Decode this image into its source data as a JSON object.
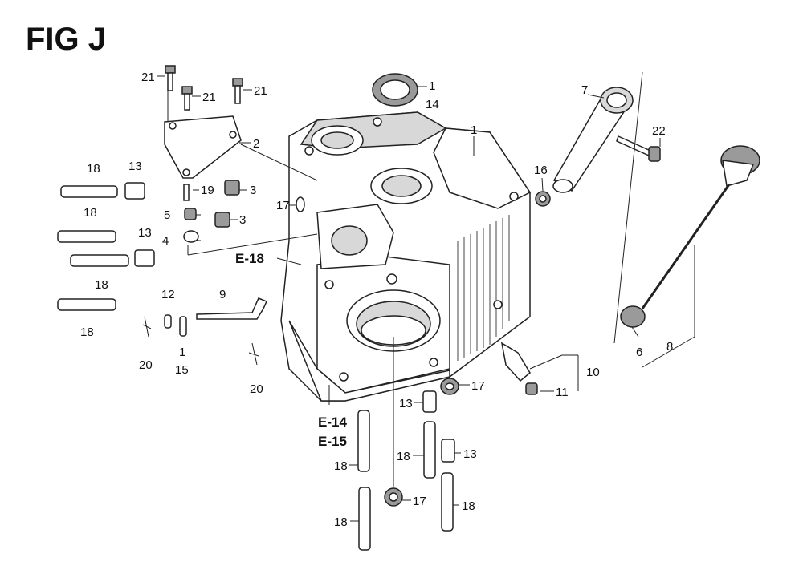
{
  "figure": {
    "title": "FIG J"
  },
  "callouts": [
    {
      "id": "c1",
      "text": "21"
    },
    {
      "id": "c2",
      "text": "21"
    },
    {
      "id": "c3",
      "text": "21"
    },
    {
      "id": "c4",
      "text": "1"
    },
    {
      "id": "c5",
      "text": "14"
    },
    {
      "id": "c6",
      "text": "2"
    },
    {
      "id": "c7",
      "text": "1"
    },
    {
      "id": "c8",
      "text": "7"
    },
    {
      "id": "c9",
      "text": "22"
    },
    {
      "id": "c10",
      "text": "16"
    },
    {
      "id": "c11",
      "text": "18"
    },
    {
      "id": "c12",
      "text": "13"
    },
    {
      "id": "c13",
      "text": "19"
    },
    {
      "id": "c14",
      "text": "3"
    },
    {
      "id": "c15",
      "text": "17"
    },
    {
      "id": "c16",
      "text": "18"
    },
    {
      "id": "c17",
      "text": "5"
    },
    {
      "id": "c18",
      "text": "3"
    },
    {
      "id": "c19",
      "text": "13"
    },
    {
      "id": "c20",
      "text": "4"
    },
    {
      "id": "c21",
      "text": "18"
    },
    {
      "id": "c22",
      "text": "18"
    },
    {
      "id": "c23",
      "text": "12"
    },
    {
      "id": "c24",
      "text": "9"
    },
    {
      "id": "c25",
      "text": "1"
    },
    {
      "id": "c26",
      "text": "15"
    },
    {
      "id": "c27",
      "text": "20"
    },
    {
      "id": "c28",
      "text": "20"
    },
    {
      "id": "c29",
      "text": "6"
    },
    {
      "id": "c30",
      "text": "8"
    },
    {
      "id": "c31",
      "text": "10"
    },
    {
      "id": "c32",
      "text": "11"
    },
    {
      "id": "c33",
      "text": "17"
    },
    {
      "id": "c34",
      "text": "13"
    },
    {
      "id": "c35",
      "text": "18"
    },
    {
      "id": "c36",
      "text": "13"
    },
    {
      "id": "c37",
      "text": "18"
    },
    {
      "id": "c38",
      "text": "17"
    },
    {
      "id": "c39",
      "text": "18"
    },
    {
      "id": "c40",
      "text": "18"
    }
  ],
  "references": [
    {
      "id": "r1",
      "text": "E-18"
    },
    {
      "id": "r2",
      "text": "E-14"
    },
    {
      "id": "r3",
      "text": "E-15"
    }
  ]
}
